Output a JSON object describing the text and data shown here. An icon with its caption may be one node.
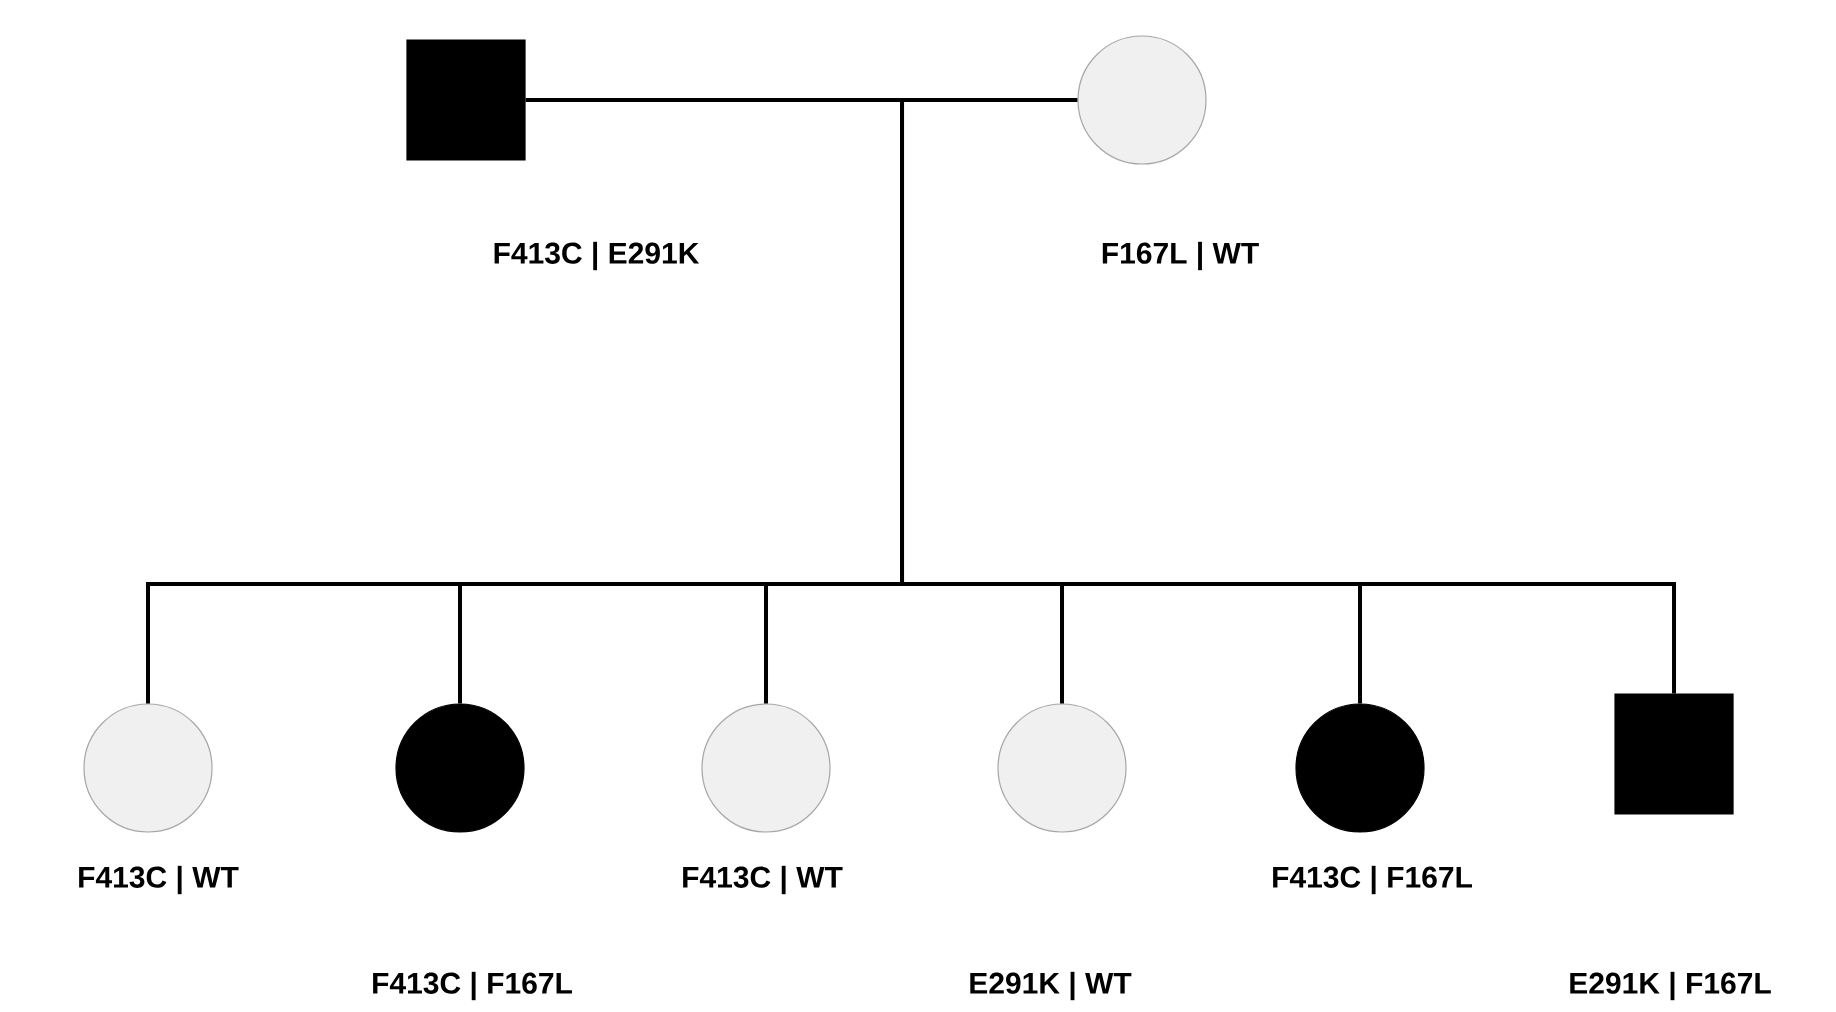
{
  "diagram": {
    "nodes": [
      {
        "text": [],
        "shape": "box",
        "beside": [
          "F413C | E291K"
        ]
      },
      {
        "text": [],
        "shape": "circle",
        "beside": [
          "F167L | WT"
        ]
      },
      {
        "text": [],
        "shape": "circle",
        "beside": [
          "F413C | WT"
        ]
      },
      {
        "text": [],
        "shape": "circle"
      },
      {
        "text": [],
        "shape": "circle",
        "beside": [
          "F413C | WT"
        ]
      },
      {
        "text": [],
        "shape": "circle"
      },
      {
        "text": [],
        "shape": "circle",
        "beside": [
          "F413C | F167L"
        ]
      },
      {
        "text": [],
        "shape": "box"
      }
    ],
    "labels": [
      "F413C | F167L",
      "E291K | WT",
      "E291K | F167L"
    ],
    "edges": [
      {
        "from": 0,
        "to": 1,
        "arrow": "none"
      },
      {
        "from": null,
        "to": 2,
        "arrow": "none"
      },
      {
        "from": null,
        "to": 3,
        "arrow": "none"
      },
      {
        "from": null,
        "to": 4,
        "arrow": "none"
      },
      {
        "from": null,
        "to": 5,
        "arrow": "none"
      },
      {
        "from": null,
        "to": 6,
        "arrow": "none"
      },
      {
        "from": null,
        "to": 7,
        "arrow": "none"
      }
    ]
  }
}
